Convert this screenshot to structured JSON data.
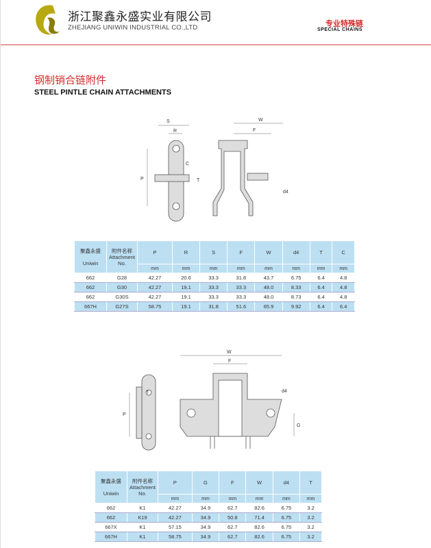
{
  "header": {
    "company_cn": "浙江聚鑫永盛实业有限公司",
    "company_en": "ZHEJIANG UNIWIN INDUSTRIAL CO.,LTD",
    "section_cn": "专业特殊链",
    "section_en": "SPECIAL CHAINS"
  },
  "title": {
    "cn": "钢制销合链附件",
    "en": "STEEL PINTLE CHAIN ATTACHMENTS"
  },
  "drawing1": {
    "labels": [
      "S",
      "R",
      "C",
      "P",
      "T",
      "W",
      "F",
      "d4"
    ]
  },
  "drawing2": {
    "labels": [
      "T",
      "P",
      "W",
      "F",
      "d4",
      "G"
    ]
  },
  "table1": {
    "brand_cn": "聚鑫永盛",
    "brand_en": "Uniwin",
    "attach_cn": "附件名称",
    "attach_en": "Attachment",
    "attach_no": "No.",
    "columns": [
      "P",
      "R",
      "S",
      "F",
      "W",
      "d4",
      "T",
      "C"
    ],
    "unit": "mm",
    "rows": [
      [
        "662",
        "G28",
        "42.27",
        "20.6",
        "33.3",
        "31.8",
        "43.7",
        "6.75",
        "6.4",
        "4.8"
      ],
      [
        "662",
        "G30",
        "42.27",
        "19.1",
        "33.3",
        "33.3",
        "48.0",
        "8.33",
        "6.4",
        "4.8"
      ],
      [
        "662",
        "G30S",
        "42.27",
        "19.1",
        "33.3",
        "33.3",
        "48.0",
        "8.73",
        "6.4",
        "4.8"
      ],
      [
        "667H",
        "G27S",
        "58.75",
        "19.1",
        "31.8",
        "51.6",
        "65.9",
        "9.92",
        "6.4",
        "6.4"
      ]
    ]
  },
  "table2": {
    "brand_cn": "聚鑫永盛",
    "brand_en": "Uniwin",
    "attach_cn": "附件名称",
    "attach_en": "Attachment",
    "attach_no": "No.",
    "columns": [
      "P",
      "G",
      "F",
      "W",
      "d4",
      "T"
    ],
    "unit": "mm",
    "rows": [
      [
        "662",
        "K1",
        "42.27",
        "34.9",
        "62.7",
        "82.6",
        "6.75",
        "3.2"
      ],
      [
        "662",
        "K19",
        "42.27",
        "34.9",
        "50.8",
        "71.4",
        "6.75",
        "3.2"
      ],
      [
        "667X",
        "K1",
        "57.15",
        "34.9",
        "62.7",
        "82.6",
        "6.75",
        "3.2"
      ],
      [
        "667H",
        "K1",
        "58.75",
        "34.9",
        "62.7",
        "82.6",
        "6.75",
        "3.2"
      ]
    ]
  }
}
